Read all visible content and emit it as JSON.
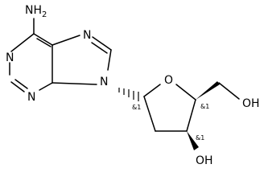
{
  "atoms": {
    "amine": "NH",
    "amine_sub": "2",
    "n1": "N",
    "n3": "N",
    "n7": "N",
    "n9": "N",
    "ring_o": "O",
    "oh_side": "OH",
    "oh_ring": "OH"
  },
  "stereo_labels": {
    "c1": "&1",
    "c4": "&1",
    "c3": "&1"
  }
}
